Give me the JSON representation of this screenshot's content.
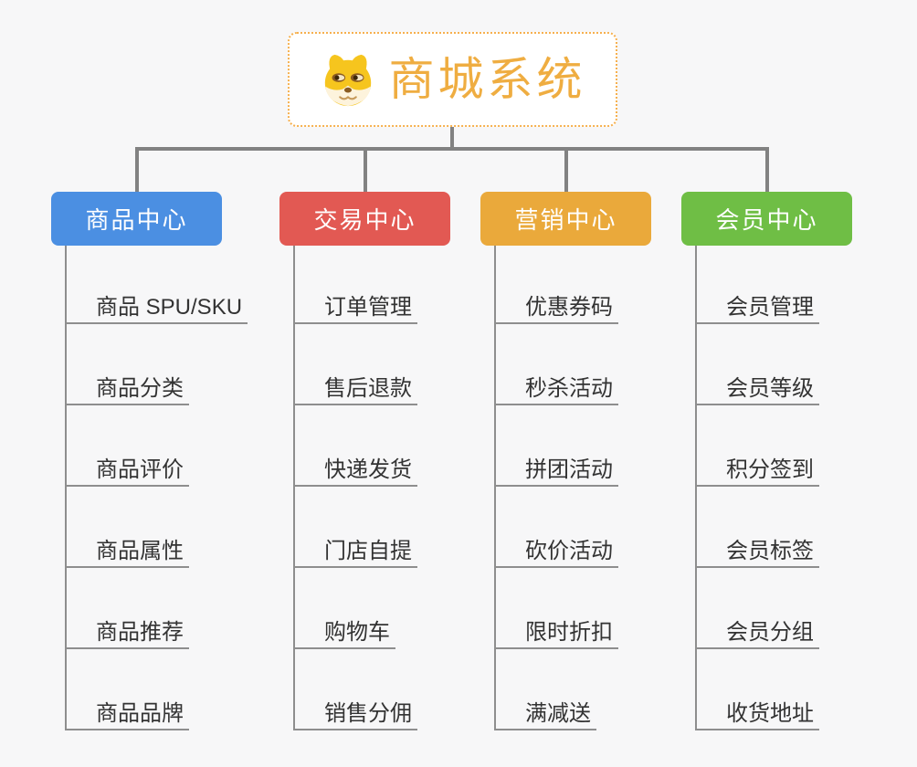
{
  "root": {
    "title": "商城系统",
    "icon": "dog-face-icon",
    "title_color": "#efad41",
    "border_color": "#f6b04e"
  },
  "colors": {
    "background": "#f7f7f8",
    "connector": "#828282",
    "leaf_line": "#8e8e8e",
    "leaf_text": "#333333"
  },
  "branches": [
    {
      "label": "商品中心",
      "color": "#4b8fe2",
      "children": [
        "商品 SPU/SKU",
        "商品分类",
        "商品评价",
        "商品属性",
        "商品推荐",
        "商品品牌"
      ]
    },
    {
      "label": "交易中心",
      "color": "#e25953",
      "children": [
        "订单管理",
        "售后退款",
        "快递发货",
        "门店自提",
        "购物车",
        "销售分佣"
      ]
    },
    {
      "label": "营销中心",
      "color": "#eaa93b",
      "children": [
        "优惠券码",
        "秒杀活动",
        "拼团活动",
        "砍价活动",
        "限时折扣",
        "满减送"
      ]
    },
    {
      "label": "会员中心",
      "color": "#6fbe45",
      "children": [
        "会员管理",
        "会员等级",
        "积分签到",
        "会员标签",
        "会员分组",
        "收货地址"
      ]
    }
  ]
}
